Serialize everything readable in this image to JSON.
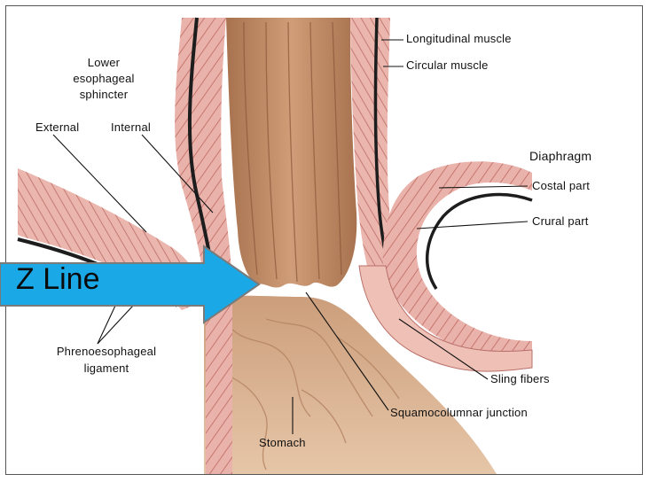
{
  "labels": {
    "lower_esophageal_sphincter": "Lower\nesophageal\nsphincter",
    "external": "External",
    "internal": "Internal",
    "longitudinal_muscle": "Longitudinal muscle",
    "circular_muscle": "Circular muscle",
    "diaphragm": "Diaphragm",
    "costal_part": "Costal part",
    "crural_part": "Crural part",
    "phrenoesophageal_ligament": "Phrenoesophageal\nligament",
    "sling_fibers": "Sling fibers",
    "squamocolumnar_junction": "Squamocolumnar junction",
    "stomach": "Stomach"
  },
  "callout": {
    "text": "Z Line",
    "color": "#1aa8e6",
    "border_color": "#7a7a7a"
  },
  "colors": {
    "esophagus": "#c08e6a",
    "muscle": "#e4a6a0",
    "muscle_line": "#b25f5a",
    "stomach": "#d9b191",
    "black_band": "#1d1d1d"
  }
}
